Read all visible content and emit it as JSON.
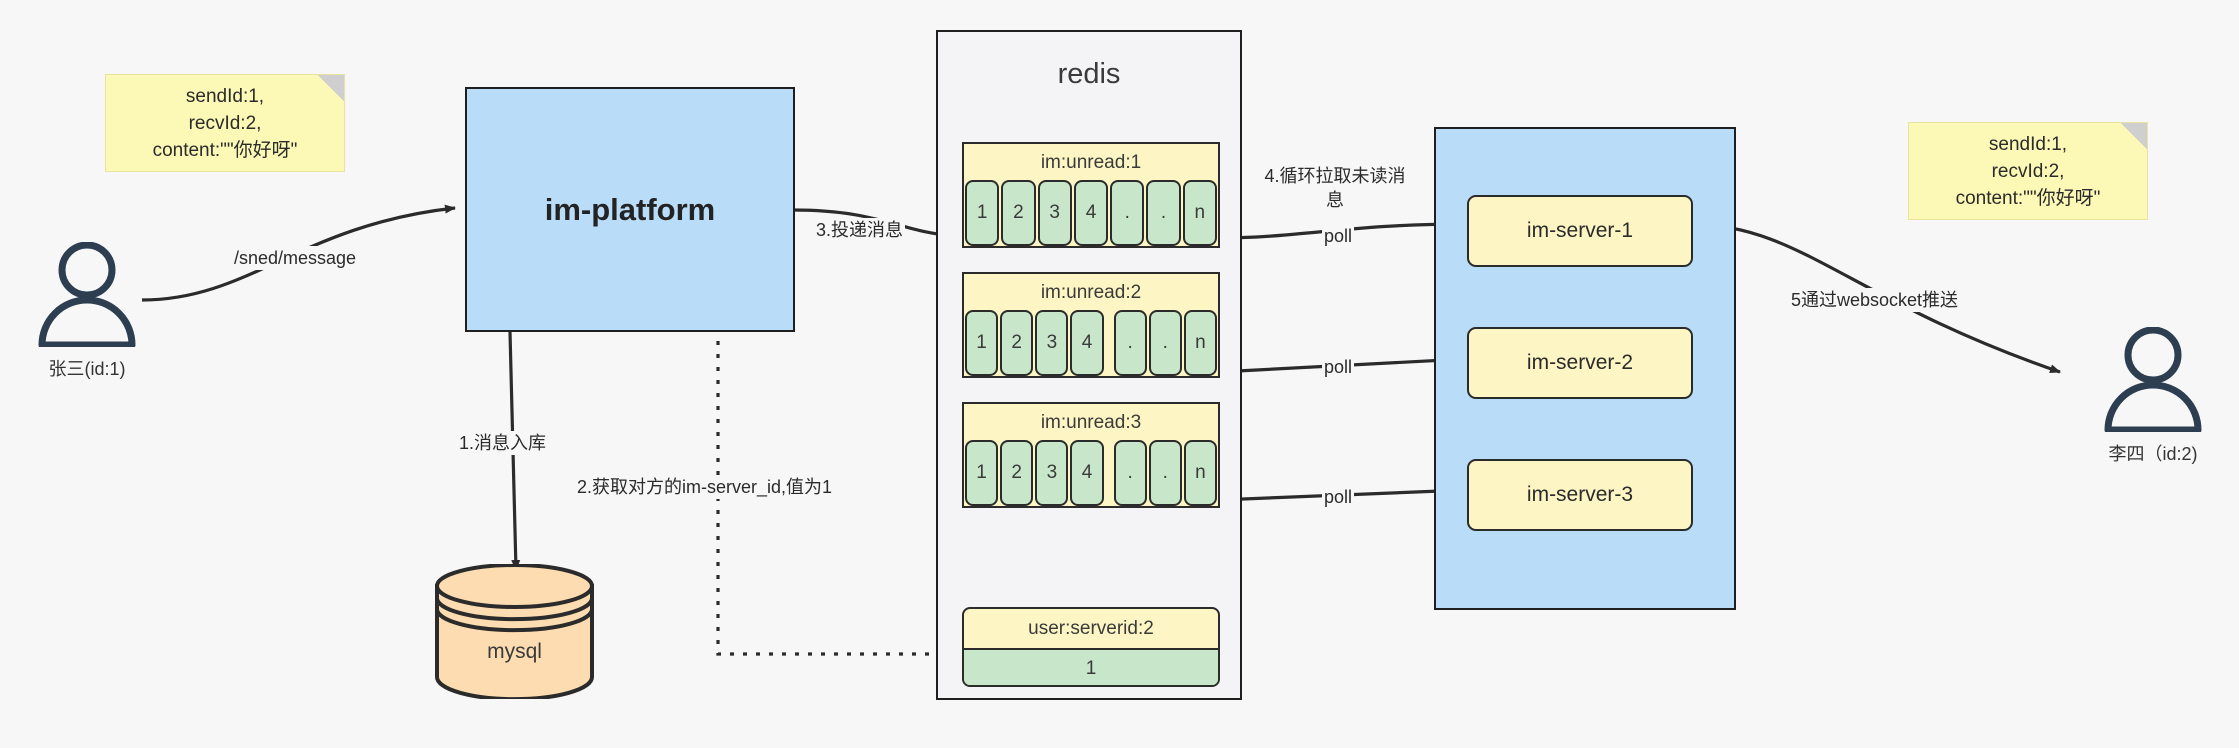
{
  "diagram": {
    "title": "IM message delivery architecture",
    "colors": {
      "canvas": "#f7f7f8",
      "note_yellow": "#fcf8b6",
      "box_blue": "#b9ddf8",
      "cell_green": "#c8e6c9",
      "key_yellow": "#fdf6c4",
      "cylinder_orange": "#fcdcb0",
      "stroke": "#1f1f1f",
      "actor_navy": "#2c3e50"
    }
  },
  "notes": {
    "left": "sendId:1,\nrecvId:2,\ncontent:\"\"你好呀\"",
    "right": "sendId:1,\nrecvId:2,\ncontent:\"\"你好呀\""
  },
  "actors": {
    "sender": {
      "caption": "张三(id:1)"
    },
    "receiver": {
      "caption": "李四（id:2)"
    }
  },
  "platform": {
    "label": "im-platform"
  },
  "datastore": {
    "label": "mysql"
  },
  "redis": {
    "title": "redis",
    "lists": [
      {
        "key": "im:unread:1",
        "cells": [
          "1",
          "2",
          "3",
          "4",
          ".",
          ".",
          "n"
        ]
      },
      {
        "key": "im:unread:2",
        "cells": [
          "1",
          "2",
          "3",
          "4",
          ".",
          ".",
          "n"
        ]
      },
      {
        "key": "im:unread:3",
        "cells": [
          "1",
          "2",
          "3",
          "4",
          ".",
          ".",
          "n"
        ]
      }
    ],
    "kv": {
      "key": "user:serverid:2",
      "value": "1"
    }
  },
  "servers": {
    "items": [
      {
        "label": "im-server-1"
      },
      {
        "label": "im-server-2"
      },
      {
        "label": "im-server-3"
      }
    ]
  },
  "edges": {
    "send_message": "/sned/message",
    "step1": "1.消息入库",
    "step2": "2.获取对方的im-server_id,值为1",
    "step3": "3.投递消息",
    "step4": "4.循环拉取未读消\n息",
    "step5": "5通过websocket推送",
    "poll1": "poll",
    "poll2": "poll",
    "poll3": "poll"
  }
}
